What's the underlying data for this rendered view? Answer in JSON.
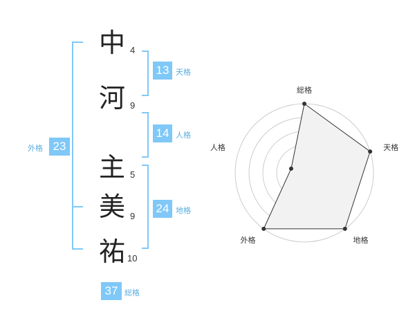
{
  "name": {
    "chars": [
      {
        "char": "中",
        "strokes": "4"
      },
      {
        "char": "河",
        "strokes": "9"
      },
      {
        "char": "主",
        "strokes": "5"
      },
      {
        "char": "美",
        "strokes": "9"
      },
      {
        "char": "祐",
        "strokes": "10"
      }
    ]
  },
  "fortunes": {
    "tenkaku": {
      "value": "13",
      "label": "天格"
    },
    "jinkaku": {
      "value": "14",
      "label": "人格"
    },
    "chikaku": {
      "value": "24",
      "label": "地格"
    },
    "gaikaku": {
      "value": "23",
      "label": "外格"
    },
    "soukaku": {
      "value": "37",
      "label": "総格"
    }
  },
  "chart_data": {
    "type": "radar",
    "axes": [
      "総格",
      "天格",
      "地格",
      "外格",
      "人格"
    ],
    "values": [
      5,
      5,
      5,
      5,
      1
    ],
    "max": 5,
    "rings": 5,
    "grid": true,
    "colors": {
      "fill": "#f2f2f2",
      "line": "#333333",
      "grid": "#cccccc",
      "point": "#333333"
    }
  },
  "colors": {
    "accent": "#7fc8f8",
    "label": "#5aaedf"
  }
}
